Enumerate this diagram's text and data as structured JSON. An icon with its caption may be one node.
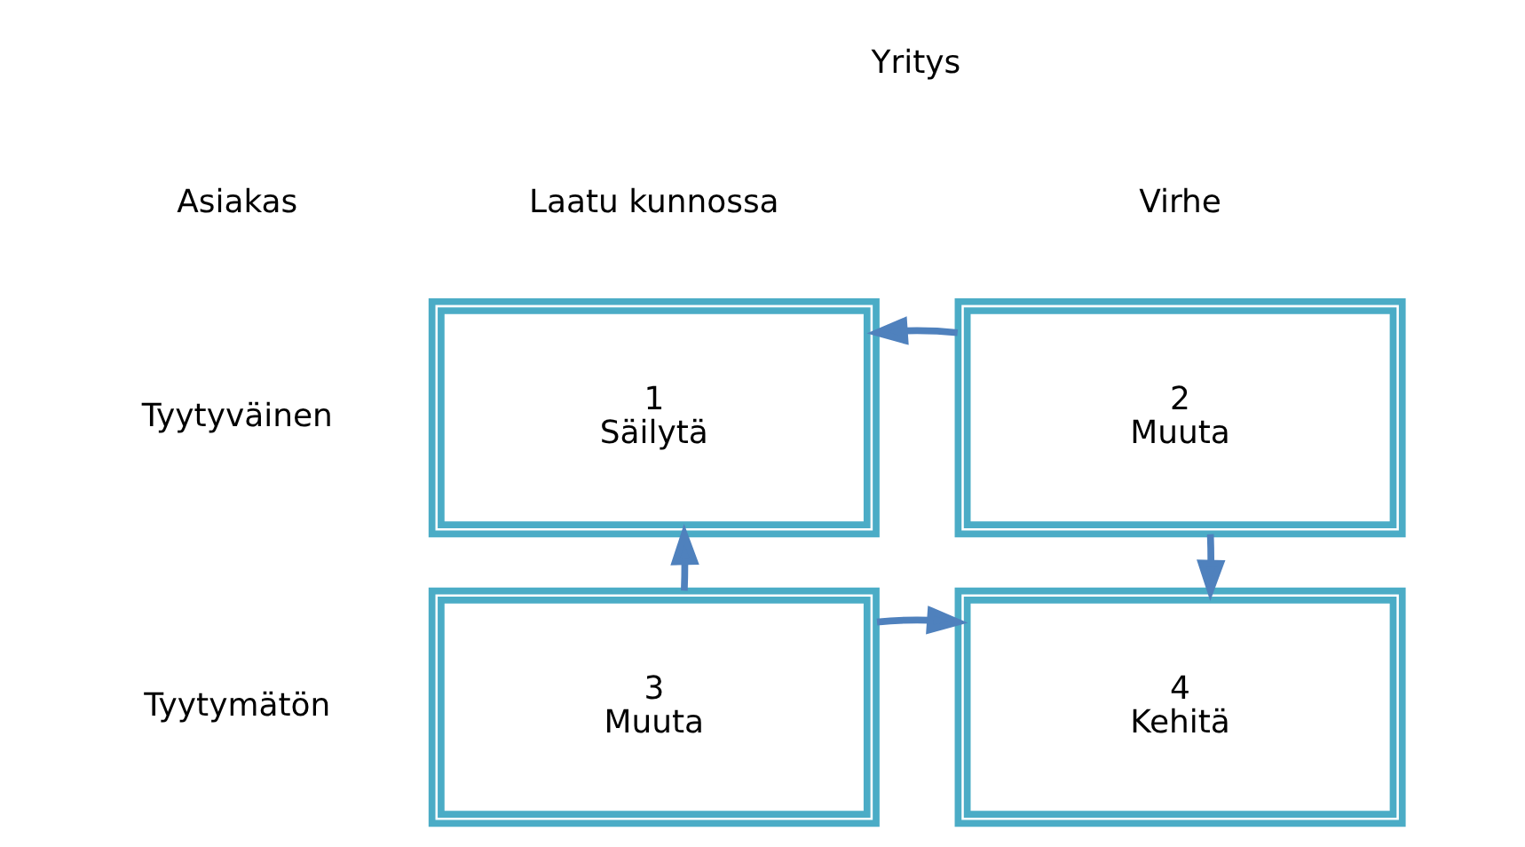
{
  "diagram": {
    "nodes": [
      {
        "text": [
          "1",
          "Säilytä"
        ]
      },
      {
        "text": [
          "2",
          "Muuta"
        ]
      },
      {
        "text": [
          "3",
          "Muuta"
        ]
      },
      {
        "text": [
          "4",
          "Kehitä"
        ]
      }
    ],
    "edges": [
      {
        "from": 1,
        "to": 0,
        "arrow": "to"
      },
      {
        "from": 2,
        "to": 0,
        "arrow": "to"
      },
      {
        "from": 1,
        "to": 3,
        "arrow": "to"
      },
      {
        "from": 2,
        "to": 3,
        "arrow": "to"
      }
    ],
    "labels": [
      "Yritys",
      "Laatu kunnossa",
      "Virhe",
      "Tyytyväinen",
      "Asiakas",
      "Tyytymätön"
    ]
  }
}
